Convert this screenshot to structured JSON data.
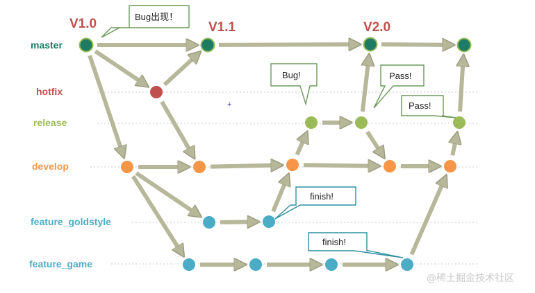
{
  "lanes": [
    {
      "id": "master",
      "label": "master",
      "color": "#1e7b64"
    },
    {
      "id": "hotfix",
      "label": "hotfix",
      "color": "#c0504d"
    },
    {
      "id": "release",
      "label": "release",
      "color": "#9bbb59"
    },
    {
      "id": "develop",
      "label": "develop",
      "color": "#f79646"
    },
    {
      "id": "feature_goldstyle",
      "label": "feature_goldstyle",
      "color": "#4bacc6"
    },
    {
      "id": "feature_game",
      "label": "feature_game",
      "color": "#4bacc6"
    }
  ],
  "versions": [
    {
      "id": "v1-0",
      "label": "V1.0"
    },
    {
      "id": "v1-1",
      "label": "V1.1"
    },
    {
      "id": "v2-0",
      "label": "V2.0"
    }
  ],
  "callouts": [
    {
      "id": "bug-appeared",
      "text": "Bug出现！"
    },
    {
      "id": "bug",
      "text": "Bug!"
    },
    {
      "id": "pass-1",
      "text": "Pass!"
    },
    {
      "id": "pass-2",
      "text": "Pass!"
    },
    {
      "id": "finish-1",
      "text": "finish!"
    },
    {
      "id": "finish-2",
      "text": "finish!"
    }
  ],
  "crosshair": "+",
  "watermark": "@稀土掘金技术社区",
  "colors": {
    "arrow": "#b7b79a",
    "arrow_edge": "#9c9c80",
    "callout_border": "#6a9a5a",
    "callout_border_teal": "#2f8fa0",
    "lane_line": "#c8c8c8"
  }
}
